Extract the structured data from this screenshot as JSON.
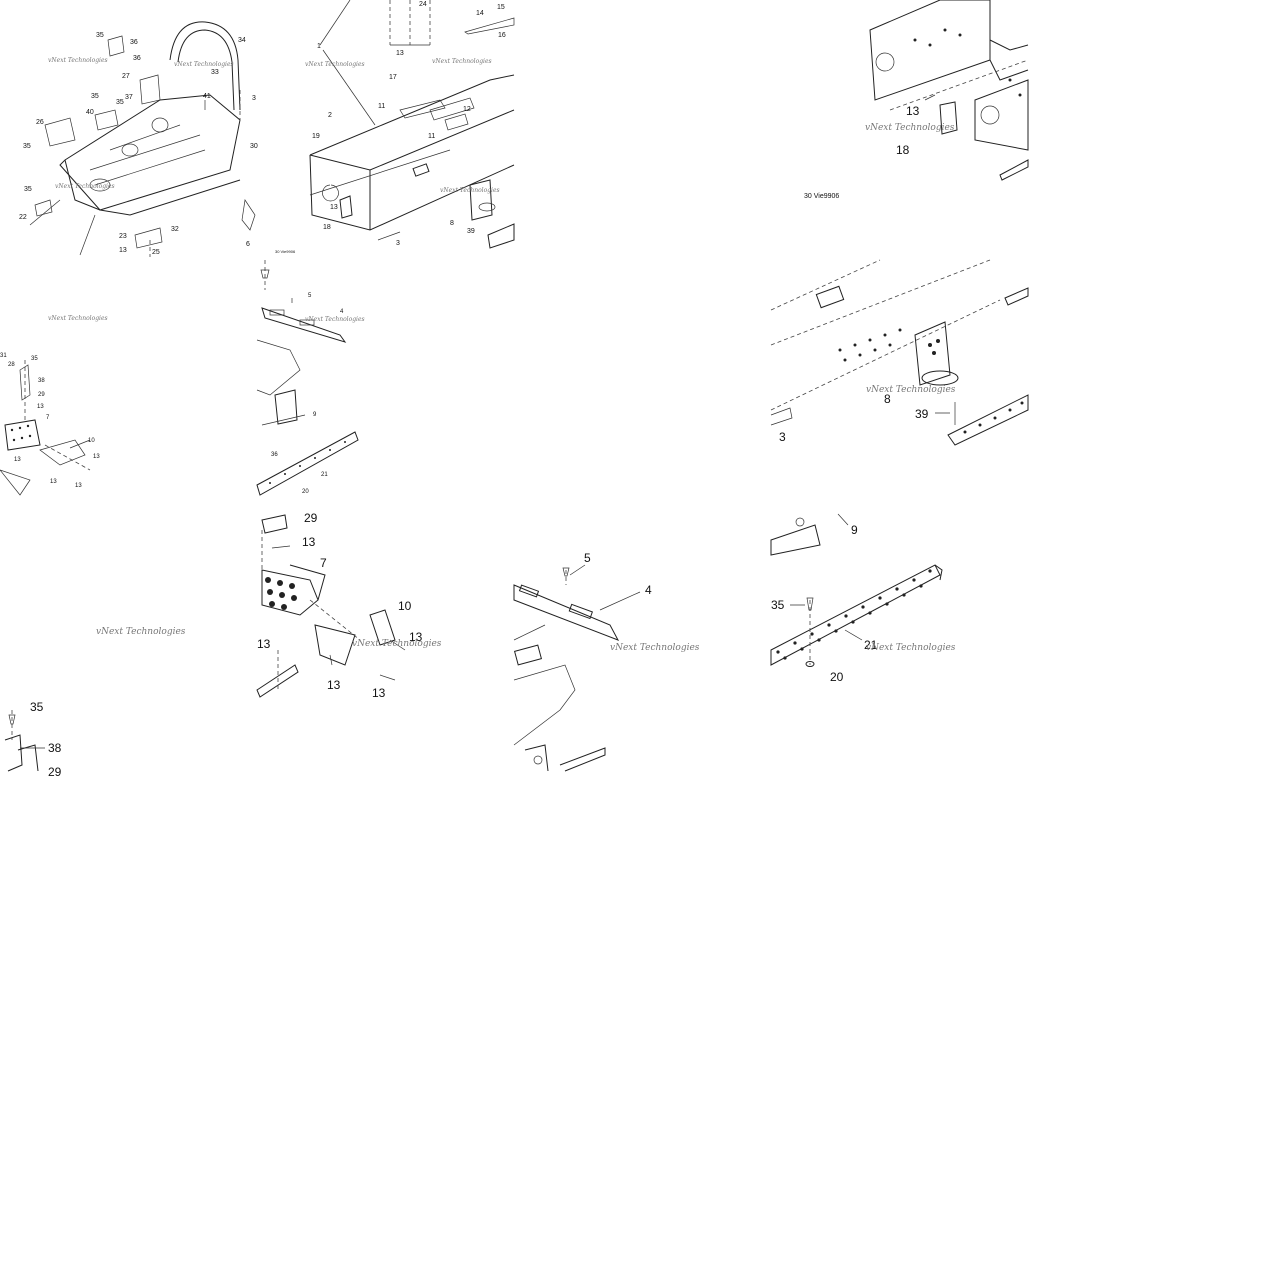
{
  "watermark": "vNext Technologies",
  "tile1": {
    "callouts": [
      "35",
      "36",
      "34",
      "36",
      "27",
      "33",
      "35",
      "37",
      "41",
      "3",
      "35",
      "40",
      "26",
      "35",
      "30",
      "35",
      "22",
      "23",
      "32",
      "13",
      "25",
      "6"
    ]
  },
  "tile2": {
    "callouts": [
      "24",
      "14",
      "15",
      "16",
      "1",
      "13",
      "17",
      "11",
      "12",
      "2",
      "11",
      "19",
      "13",
      "18",
      "8",
      "39",
      "3"
    ]
  },
  "tile4": {
    "callouts": [
      "13",
      "18"
    ],
    "code": "30 Vie9906"
  },
  "tile5": {
    "callouts": [
      "31",
      "28",
      "35",
      "38",
      "29",
      "13",
      "7",
      "10",
      "13",
      "13",
      "13",
      "13"
    ]
  },
  "tile6": {
    "callouts": [
      "5",
      "4",
      "9",
      "36",
      "21",
      "20"
    ],
    "code": "30 Vie9906"
  },
  "tile8": {
    "callouts": [
      "8",
      "39",
      "3"
    ]
  },
  "tile9": {
    "callouts": [
      "35",
      "38",
      "29"
    ]
  },
  "tile10": {
    "callouts": [
      "29",
      "13",
      "7",
      "10",
      "13",
      "13",
      "13",
      "13"
    ]
  },
  "tile11": {
    "callouts": [
      "5",
      "4"
    ]
  },
  "tile12": {
    "callouts": [
      "9",
      "35",
      "21",
      "20"
    ]
  }
}
